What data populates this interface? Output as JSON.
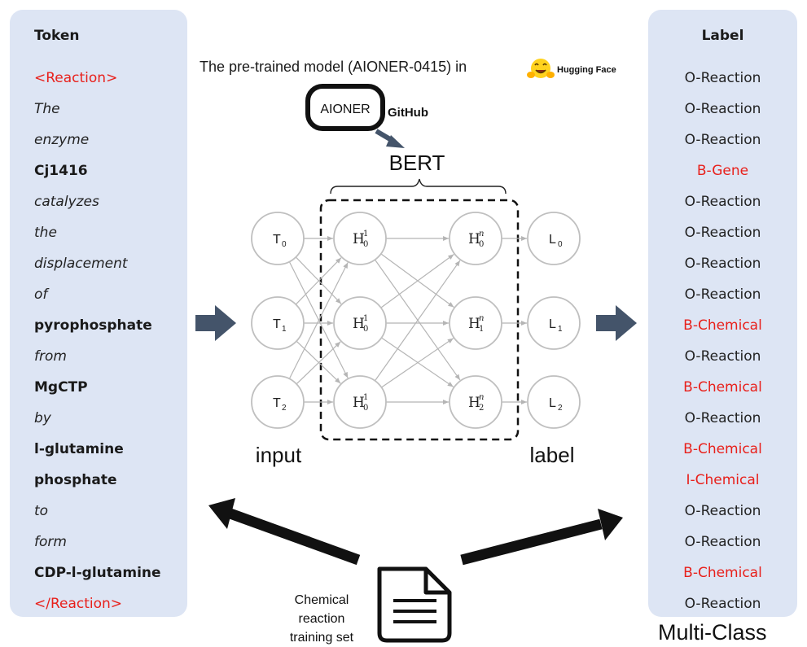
{
  "left_panel": {
    "title": "Token",
    "tokens": [
      {
        "text": "<Reaction>",
        "style": "red"
      },
      {
        "text": "The",
        "style": "italic"
      },
      {
        "text": "enzyme",
        "style": "italic"
      },
      {
        "text": "Cj1416",
        "style": "bold"
      },
      {
        "text": "catalyzes",
        "style": "italic"
      },
      {
        "text": "the",
        "style": "italic"
      },
      {
        "text": "displacement",
        "style": "italic"
      },
      {
        "text": "of",
        "style": "italic"
      },
      {
        "text": "pyrophosphate",
        "style": "bold"
      },
      {
        "text": "from",
        "style": "italic"
      },
      {
        "text": "MgCTP",
        "style": "bold"
      },
      {
        "text": "by",
        "style": "italic"
      },
      {
        "text": "l-glutamine",
        "style": "bold"
      },
      {
        "text": "phosphate",
        "style": "bold"
      },
      {
        "text": "to",
        "style": "italic"
      },
      {
        "text": "form",
        "style": "italic"
      },
      {
        "text": "CDP-l-glutamine",
        "style": "bold"
      },
      {
        "text": "</Reaction>",
        "style": "red"
      }
    ]
  },
  "right_panel": {
    "title": "Label",
    "labels": [
      {
        "text": "O-Reaction",
        "style": "normal"
      },
      {
        "text": "O-Reaction",
        "style": "normal"
      },
      {
        "text": "O-Reaction",
        "style": "normal"
      },
      {
        "text": "B-Gene",
        "style": "red"
      },
      {
        "text": "O-Reaction",
        "style": "normal"
      },
      {
        "text": "O-Reaction",
        "style": "normal"
      },
      {
        "text": "O-Reaction",
        "style": "normal"
      },
      {
        "text": "O-Reaction",
        "style": "normal"
      },
      {
        "text": "B-Chemical",
        "style": "red"
      },
      {
        "text": "O-Reaction",
        "style": "normal"
      },
      {
        "text": "B-Chemical",
        "style": "red"
      },
      {
        "text": "O-Reaction",
        "style": "normal"
      },
      {
        "text": "B-Chemical",
        "style": "red"
      },
      {
        "text": "I-Chemical",
        "style": "red"
      },
      {
        "text": "O-Reaction",
        "style": "normal"
      },
      {
        "text": "O-Reaction",
        "style": "normal"
      },
      {
        "text": "B-Chemical",
        "style": "red"
      },
      {
        "text": "O-Reaction",
        "style": "normal"
      }
    ],
    "caption": "Multi-Class"
  },
  "header": {
    "pretrained_text": "The pre-trained model (AIONER-0415) in",
    "hugging_face_label": "Hugging Face",
    "aioner_logo_text": "AIONER",
    "github_label": "GitHub"
  },
  "network": {
    "bert_label": "BERT",
    "input_label": "input",
    "output_label": "label",
    "input_nodes": [
      {
        "base": "T",
        "sub": "0"
      },
      {
        "base": "T",
        "sub": "1"
      },
      {
        "base": "T",
        "sub": "2"
      }
    ],
    "hidden_first": [
      {
        "base": "H",
        "sub": "0",
        "sup": "1"
      },
      {
        "base": "H",
        "sub": "0",
        "sup": "1"
      },
      {
        "base": "H",
        "sub": "0",
        "sup": "1"
      }
    ],
    "hidden_last": [
      {
        "base": "H",
        "sub": "0",
        "sup": "n"
      },
      {
        "base": "H",
        "sub": "1",
        "sup": "n"
      },
      {
        "base": "H",
        "sub": "2",
        "sup": "n"
      }
    ],
    "output_nodes": [
      {
        "base": "L",
        "sub": "0"
      },
      {
        "base": "L",
        "sub": "1"
      },
      {
        "base": "L",
        "sub": "2"
      }
    ]
  },
  "training": {
    "caption_lines": [
      "Chemical",
      "reaction",
      "training set"
    ]
  },
  "colors": {
    "panel": "#dde5f4",
    "arrow": "#44546a",
    "red": "#e8201b",
    "node_stroke": "#bfbfbf"
  }
}
